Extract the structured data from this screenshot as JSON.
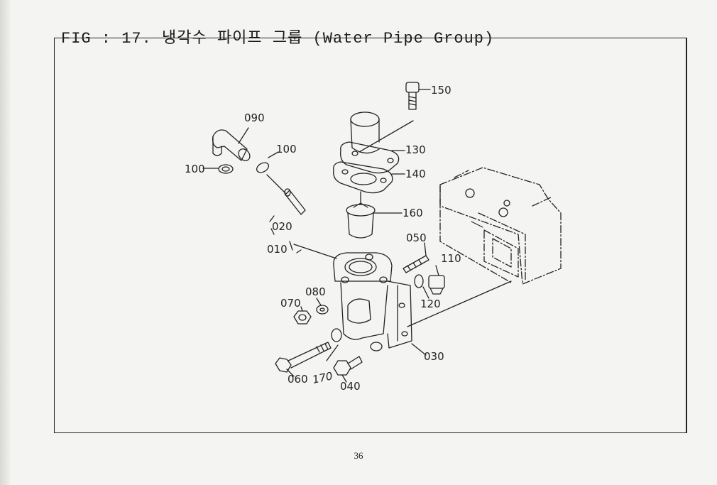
{
  "title": "FIG : 17. 냉각수 파이프 그룹 (Water Pipe Group)",
  "page_number": "36",
  "parts": {
    "p150": "150",
    "p090": "090",
    "p100a": "100",
    "p100b": "100",
    "p130": "130",
    "p140": "140",
    "p020": "020",
    "p010": "010",
    "p160": "160",
    "p050": "050",
    "p110": "110",
    "p080": "080",
    "p070": "070",
    "p120": "120",
    "p030": "030",
    "p170": "170",
    "p060": "060",
    "p040": "040"
  }
}
